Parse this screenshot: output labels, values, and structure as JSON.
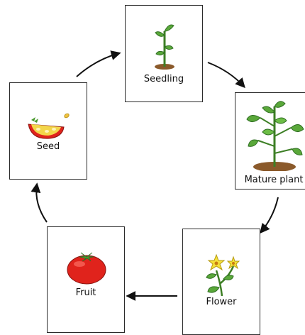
{
  "cycle": {
    "stages": [
      {
        "id": "seedling",
        "label": "Seedling",
        "icon": "seedling-icon"
      },
      {
        "id": "mature_plant",
        "label": "Mature plant",
        "icon": "tomato-plant-icon"
      },
      {
        "id": "flower",
        "label": "Flower",
        "icon": "flower-icon"
      },
      {
        "id": "fruit",
        "label": "Fruit",
        "icon": "tomato-icon"
      },
      {
        "id": "seed",
        "label": "Seed",
        "icon": "seed-icon"
      }
    ],
    "flow": [
      "seedling",
      "mature_plant",
      "flower",
      "fruit",
      "seed",
      "seedling"
    ],
    "colors": {
      "border": "#2b2b2b",
      "arrow": "#111111",
      "leaf": "#5aa83a",
      "leaf_dark": "#2f6e22",
      "soil": "#8b5a2b",
      "tomato": "#e0231c",
      "flower": "#f5e13a"
    }
  }
}
